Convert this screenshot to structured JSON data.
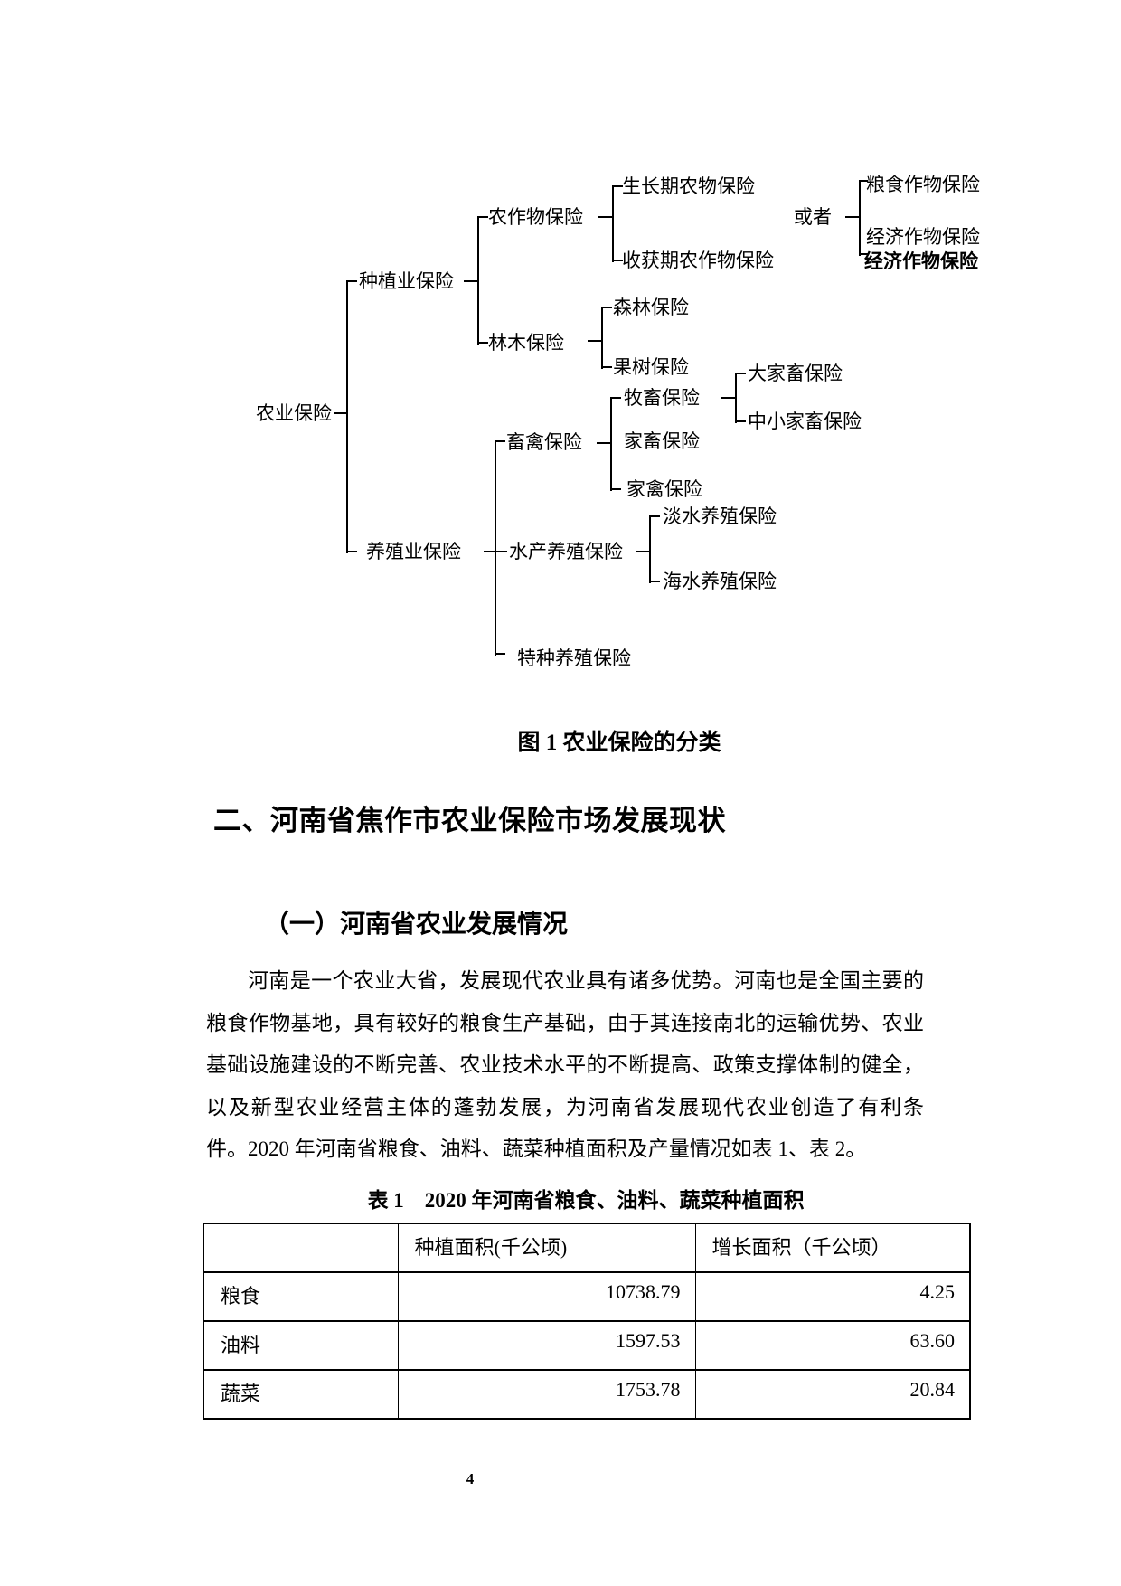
{
  "figure1": {
    "caption": "图 1 农业保险的分类",
    "nodes": {
      "root": "农业保险",
      "planting": "种植业保险",
      "breeding": "养殖业保险",
      "crop": "农作物保险",
      "wood": "林木保险",
      "growth": "生长期农物保险",
      "harvest": "收获期农作物保险",
      "or": "或者",
      "grain": "粮食作物保险",
      "cash": "经济作物保险",
      "cash_dup": "经济作物保险",
      "forest": "森林保险",
      "fruit": "果树保险",
      "herd": "畜禽保险",
      "pastoral": "牧畜保险",
      "livestock": "家畜保险",
      "poultry": "家禽保险",
      "large_livestock": "大家畜保险",
      "mid_small_livestock": "中小家畜保险",
      "aquaculture": "水产养殖保险",
      "freshwater": "淡水养殖保险",
      "seawater": "海水养殖保险",
      "special": "特种养殖保险"
    },
    "hierarchy": {
      "农业保险": {
        "种植业保险": {
          "农作物保险": {
            "生长期农物保险": {},
            "收获期农作物保险": {},
            "或者": {
              "粮食作物保险": {},
              "经济作物保险": {}
            }
          },
          "林木保险": {
            "森林保险": {},
            "果树保险": {}
          }
        },
        "养殖业保险": {
          "畜禽保险": {
            "牧畜保险": {
              "大家畜保险": {},
              "中小家畜保险": {}
            },
            "家畜保险": {},
            "家禽保险": {}
          },
          "水产养殖保险": {
            "淡水养殖保险": {},
            "海水养殖保险": {}
          },
          "特种养殖保险": {}
        }
      }
    }
  },
  "section": {
    "heading": "二、河南省焦作市农业保险市场发展现状",
    "subheading": "（一）河南省农业发展情况"
  },
  "paragraph": {
    "lines": [
      "河南是一个农业大省，发展现代农业具有诸多优势。河南也是全国主要的",
      "粮食作物基地，具有较好的粮食生产基础，由于其连接南北的运输优势、农业",
      "基础设施建设的不断完善、农业技术水平的不断提高、政策支撑体制的健全，",
      "以及新型农业经营主体的蓬勃发展，为河南省发展现代农业创造了有利条",
      "件。2020 年河南省粮食、油料、蔬菜种植面积及产量情况如表 1、表 2。"
    ]
  },
  "table1": {
    "caption": "表 1　2020 年河南省粮食、油料、蔬菜种植面积",
    "headers": [
      "",
      "种植面积(千公顷)",
      "增长面积（千公顷）"
    ],
    "rows": [
      {
        "category": "粮食",
        "planting_area": "10738.79",
        "growth_area": "4.25"
      },
      {
        "category": "油料",
        "planting_area": "1597.53",
        "growth_area": "63.60"
      },
      {
        "category": "蔬菜",
        "planting_area": "1753.78",
        "growth_area": "20.84"
      }
    ]
  },
  "page_number": "4"
}
